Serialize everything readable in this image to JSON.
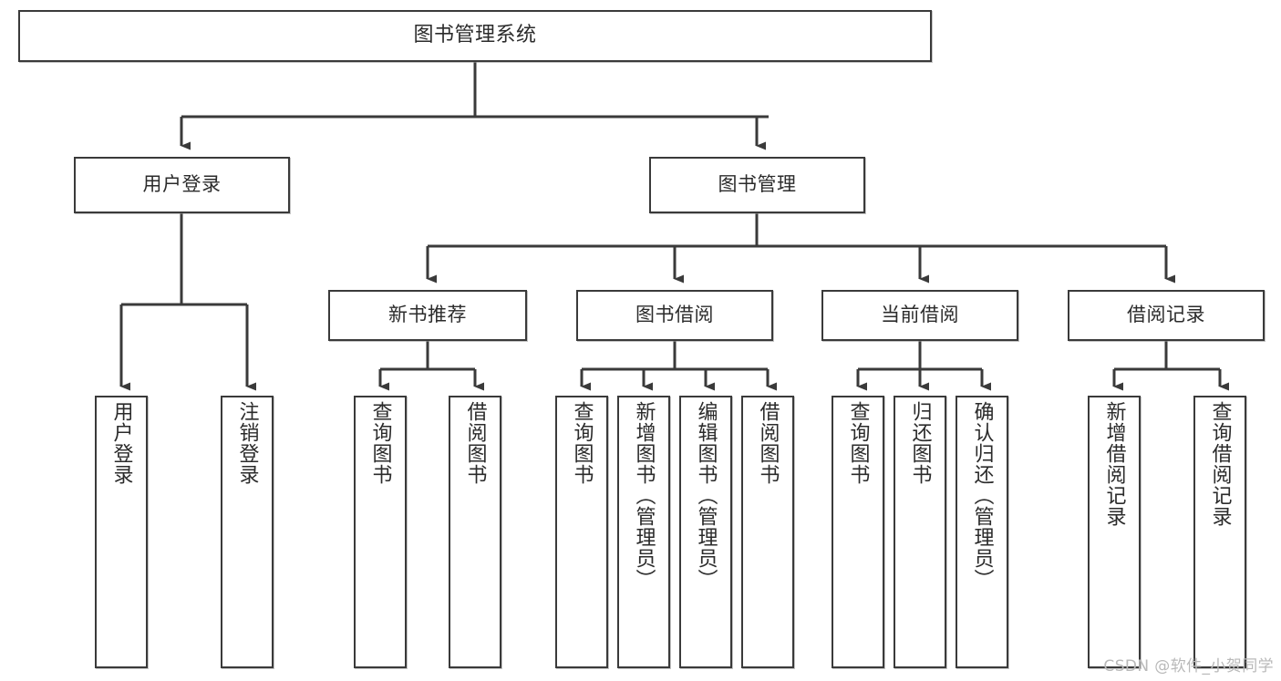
{
  "diagram": {
    "type": "tree",
    "title": "图书管理系统",
    "orientation": "top-down",
    "colors": {
      "box_border": "#3a3a3a",
      "box_fill": "#ffffff",
      "text": "#2b2b2b",
      "connector": "#3a3a3a",
      "watermark": "#b9b9b9",
      "background": "#ffffff"
    }
  },
  "root": {
    "label": "图书管理系统"
  },
  "level1": [
    {
      "label": "用户登录"
    },
    {
      "label": "图书管理"
    }
  ],
  "level2": [
    {
      "label": "新书推荐"
    },
    {
      "label": "图书借阅"
    },
    {
      "label": "当前借阅"
    },
    {
      "label": "借阅记录"
    }
  ],
  "leaves": {
    "user_login": [
      {
        "label": "用户登录"
      },
      {
        "label": "注销登录"
      }
    ],
    "new_book_recommend": [
      {
        "label": "查询图书"
      },
      {
        "label": "借阅图书"
      }
    ],
    "book_borrow": [
      {
        "label": "查询图书"
      },
      {
        "label": "新增图书（管理员）"
      },
      {
        "label": "编辑图书（管理员）"
      },
      {
        "label": "借阅图书"
      }
    ],
    "current_borrow": [
      {
        "label": "查询图书"
      },
      {
        "label": "归还图书"
      },
      {
        "label": "确认归还（管理员）"
      }
    ],
    "borrow_record": [
      {
        "label": "新增借阅记录"
      },
      {
        "label": "查询借阅记录"
      }
    ]
  },
  "watermark": {
    "text": "CSDN @软件_小贺同学"
  }
}
